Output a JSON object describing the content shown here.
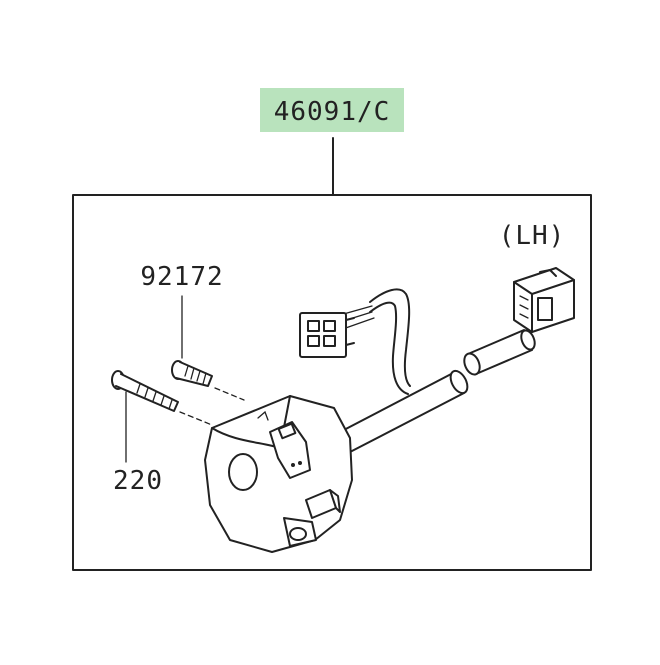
{
  "diagram": {
    "main_part_number": "46091/C",
    "side_label": "(LH)",
    "bolt_upper_part_number": "92172",
    "bolt_lower_part_number": "220",
    "highlight_color": "#b9e3bd",
    "line_color": "#222222"
  }
}
